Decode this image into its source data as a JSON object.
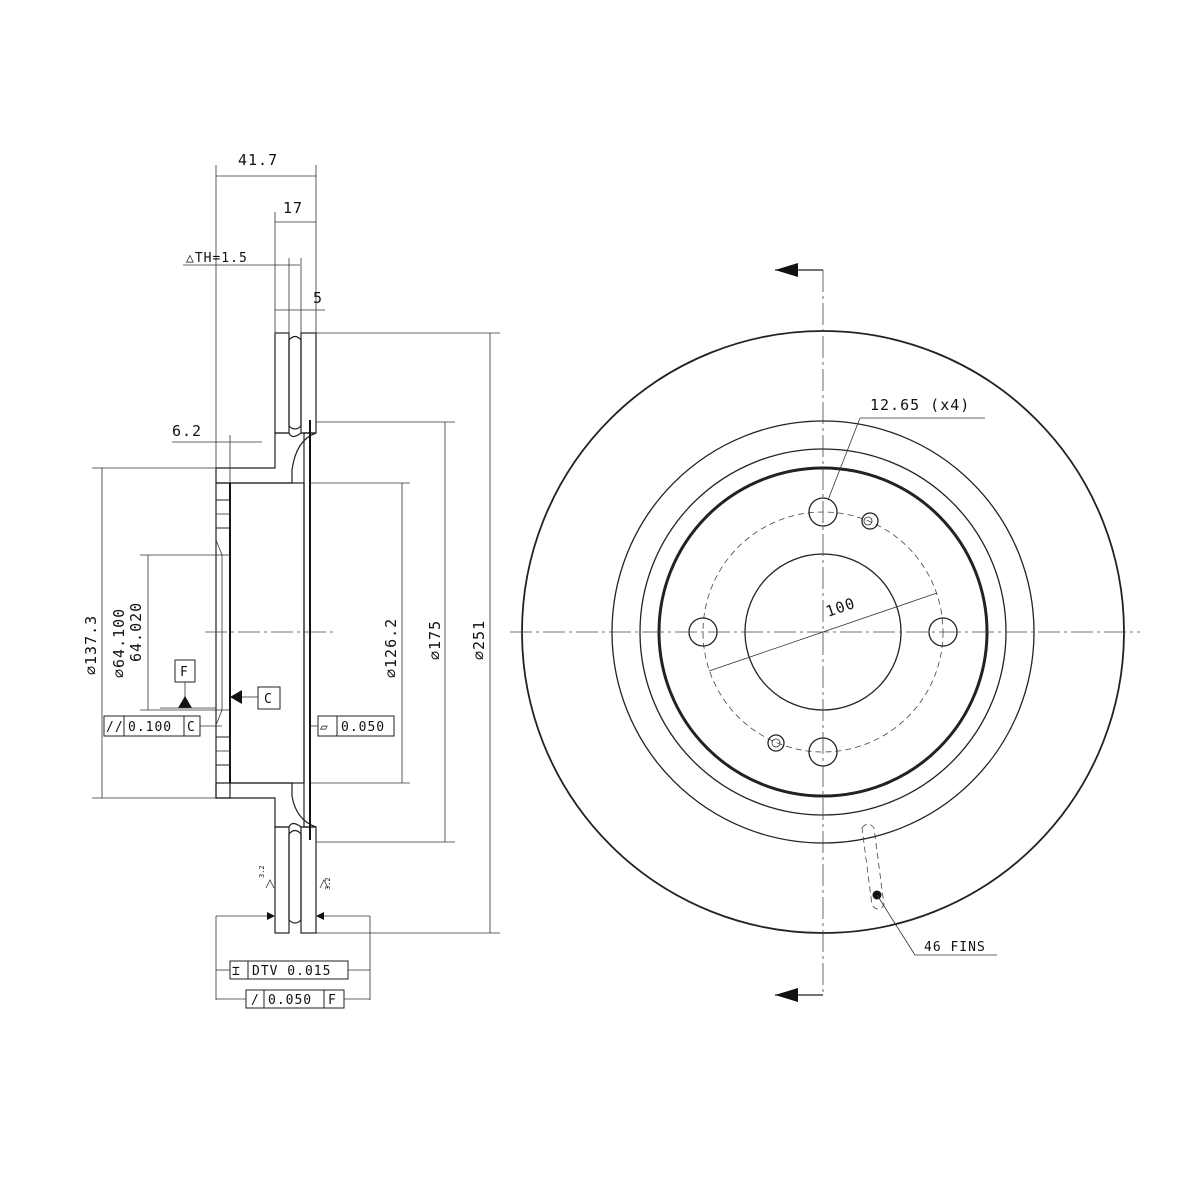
{
  "drawing": {
    "side_view": {
      "dims": {
        "overall_width": "41.7",
        "disc_thickness": "17",
        "hat_thickness": "△TH=1.5",
        "vane_gap": "5",
        "flange": "6.2",
        "d_pcd_outer": "⌀137.3",
        "d_bore_max": "⌀64.100",
        "d_bore_min": "64.020",
        "d_hat": "⌀126.2",
        "d_inner": "⌀175",
        "d_outer": "⌀251"
      },
      "datum_f": "F",
      "datum_c": "C",
      "tol_parallel": {
        "symbol": "//",
        "value": "0.100",
        "datum": "C"
      },
      "tol_flatness": {
        "symbol": "▱",
        "value": "0.050"
      },
      "tol_dtv": {
        "symbol": "⌶",
        "value": "DTV 0.015"
      },
      "tol_runout": {
        "symbol": "/",
        "value": "0.050",
        "datum": "F"
      },
      "roughness_left": "3.2",
      "roughness_right": "3.2"
    },
    "front_view": {
      "bolt_hole_note": "12.65 (x4)",
      "pcd_label": "100",
      "fins_note": "46 FINS"
    }
  }
}
